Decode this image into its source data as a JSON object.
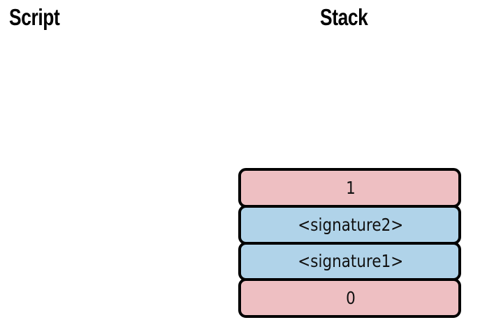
{
  "columns": {
    "script": {
      "title": "Script",
      "items": []
    },
    "stack": {
      "title": "Stack",
      "items": [
        {
          "label": "1",
          "color": "#eebfc2",
          "kind": "number"
        },
        {
          "label": "<signature2>",
          "color": "#b0d3e9",
          "kind": "data"
        },
        {
          "label": "<signature1>",
          "color": "#b0d3e9",
          "kind": "data"
        },
        {
          "label": "0",
          "color": "#eebfc2",
          "kind": "number"
        }
      ]
    }
  },
  "colors": {
    "pink": "#eebfc2",
    "blue": "#b0d3e9",
    "border": "#000000",
    "background": "#ffffff",
    "text": "#111111",
    "header_text": "#000000"
  }
}
